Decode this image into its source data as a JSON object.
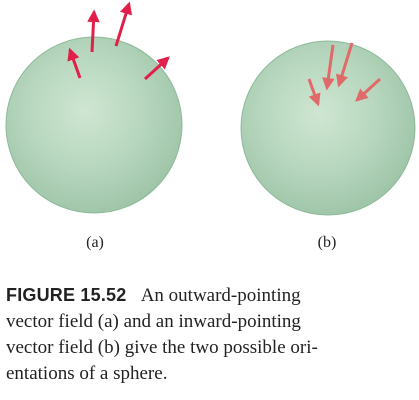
{
  "figure": {
    "sphere_a_label": "(a)",
    "sphere_b_label": "(b)",
    "sphere_a_orientation": "outward-pointing",
    "sphere_b_orientation": "inward-pointing",
    "sphere_color": "#b9d9c0",
    "arrow_color_outward": "#e0204a",
    "arrow_color_inward": "#e06a6a"
  },
  "caption": {
    "label": "FIGURE 15.52",
    "line1_rest": "An outward-pointing",
    "line2": "vector field (a) and an inward-pointing",
    "line3": "vector field (b) give the two possible ori-",
    "line4": "entations of a sphere."
  }
}
